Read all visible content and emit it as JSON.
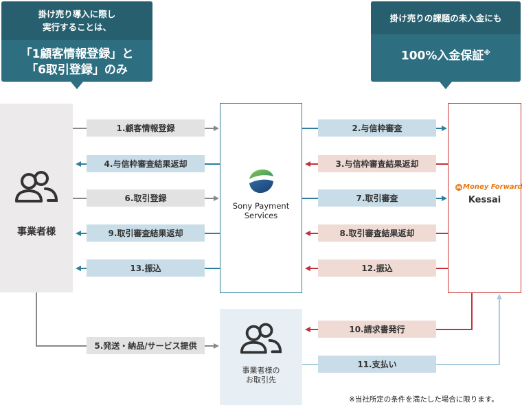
{
  "callout_left": {
    "head_line1": "掛け売り導入に際し",
    "head_line2": "実行することは、",
    "main_line1": "「1顧客情報登録」と",
    "main_line2": "「6取引登録」のみ"
  },
  "callout_right": {
    "head": "掛け売りの課題の未入金にも",
    "main": "100%入金保証",
    "main_mark": "※"
  },
  "merchant": {
    "label": "事業者様"
  },
  "sps": {
    "line1": "Sony Payment",
    "line2": "Services"
  },
  "mf": {
    "line1": "Money Forward",
    "line2": "Kessai"
  },
  "customer": {
    "line1": "事業者様の",
    "line2": "お取引先"
  },
  "steps": {
    "s1": "1.顧客情報登録",
    "s2": "2.与信枠審査",
    "s3": "3.与信枠審査結果返却",
    "s4": "4.与信枠審査結果返却",
    "s5": "5.発送・納品/サービス提供",
    "s6": "6.取引登録",
    "s7": "7.取引審査",
    "s8": "8.取引審査結果返却",
    "s9": "9.取引審査結果返却",
    "s10": "10.請求書発行",
    "s11": "11.支払い",
    "s12": "12.振込",
    "s13": "13.振込"
  },
  "footnote": "※当社所定の条件を満たした場合に限ります。",
  "colors": {
    "teal": "#2d6e80",
    "sps_border": "#2d7f9f",
    "mf_border": "#cc3333",
    "mf_orange": "#e8760a"
  },
  "icons": {
    "people": "people-icon",
    "sps_logo": "sps-logo",
    "mf_logo": "money-forward-logo"
  }
}
